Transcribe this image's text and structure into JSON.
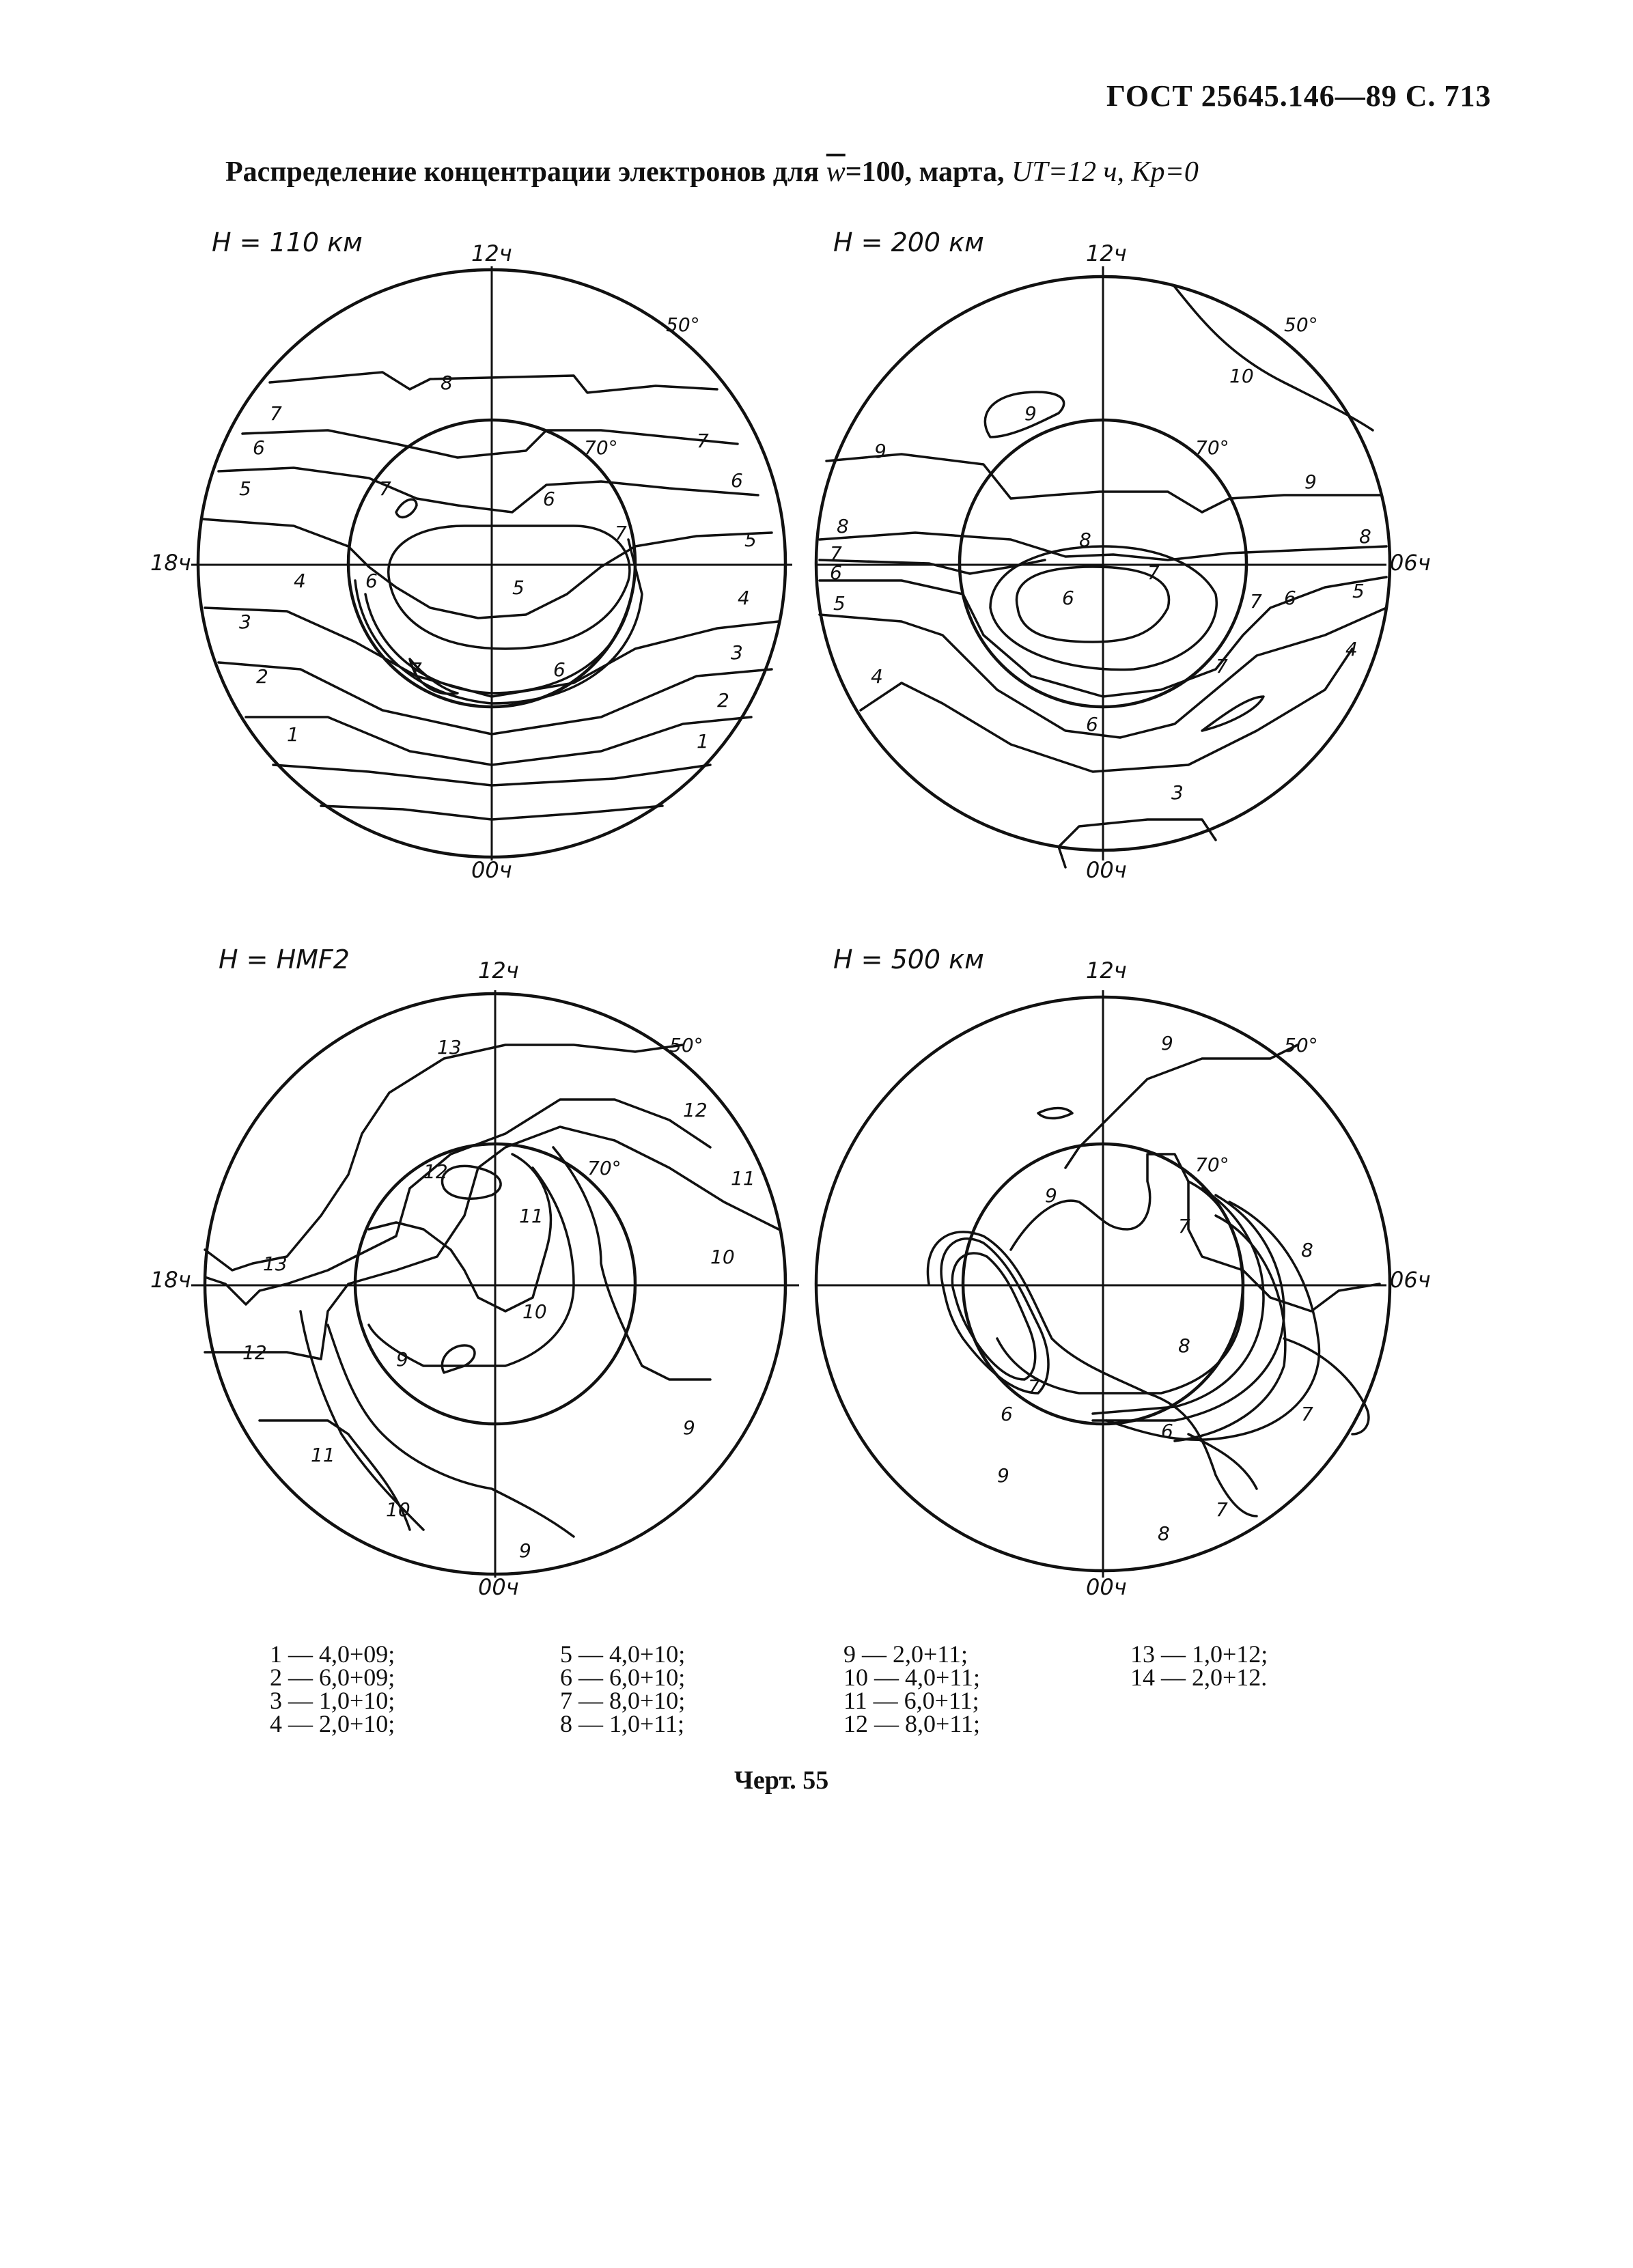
{
  "header": "ГОСТ 25645.146—89 С. 713",
  "title": {
    "prefix": "Распределение концентрации электронов для",
    "w_symbol": "w",
    "w_value": "=100, марта,",
    "ut": "UT=12 ч,",
    "kp": "Kp=0"
  },
  "time_labels": {
    "top": "12ч",
    "bottom": "00ч",
    "left": "18ч",
    "right": "06ч"
  },
  "latitude_labels": {
    "outer": "50°",
    "inner": "70°"
  },
  "maps": [
    {
      "height_label": "H = 110 км",
      "contour_labels": [
        "8",
        "7",
        "7",
        "6",
        "6",
        "5",
        "5",
        "7",
        "6",
        "7",
        "6",
        "5",
        "4",
        "4",
        "3",
        "3",
        "2",
        "2",
        "1",
        "1",
        "7",
        "6"
      ]
    },
    {
      "height_label": "H = 200 км",
      "contour_labels": [
        "10",
        "9",
        "9",
        "9",
        "8",
        "8",
        "7",
        "7",
        "8",
        "6",
        "5",
        "5",
        "6",
        "7",
        "6",
        "4",
        "4",
        "7",
        "6",
        "3"
      ]
    },
    {
      "height_label": "H = HMF2",
      "contour_labels": [
        "13",
        "12",
        "12",
        "11",
        "11",
        "10",
        "13",
        "12",
        "9",
        "10",
        "11",
        "10",
        "9",
        "9"
      ]
    },
    {
      "height_label": "H = 500 км",
      "contour_labels": [
        "9",
        "9",
        "7",
        "8",
        "8",
        "7",
        "6",
        "6",
        "9",
        "7",
        "8",
        "7"
      ]
    }
  ],
  "legend": [
    [
      "1 — 4,0+09;",
      "2 — 6,0+09;",
      "3 — 1,0+10;",
      "4 — 2,0+10;"
    ],
    [
      "5 — 4,0+10;",
      "6 — 6,0+10;",
      "7 — 8,0+10;",
      "8 — 1,0+11;"
    ],
    [
      "9 — 2,0+11;",
      "10 — 4,0+11;",
      "11 — 6,0+11;",
      "12 — 8,0+11;"
    ],
    [
      "13 — 1,0+12;",
      "14 — 2,0+12."
    ]
  ],
  "caption": "Черт. 55"
}
